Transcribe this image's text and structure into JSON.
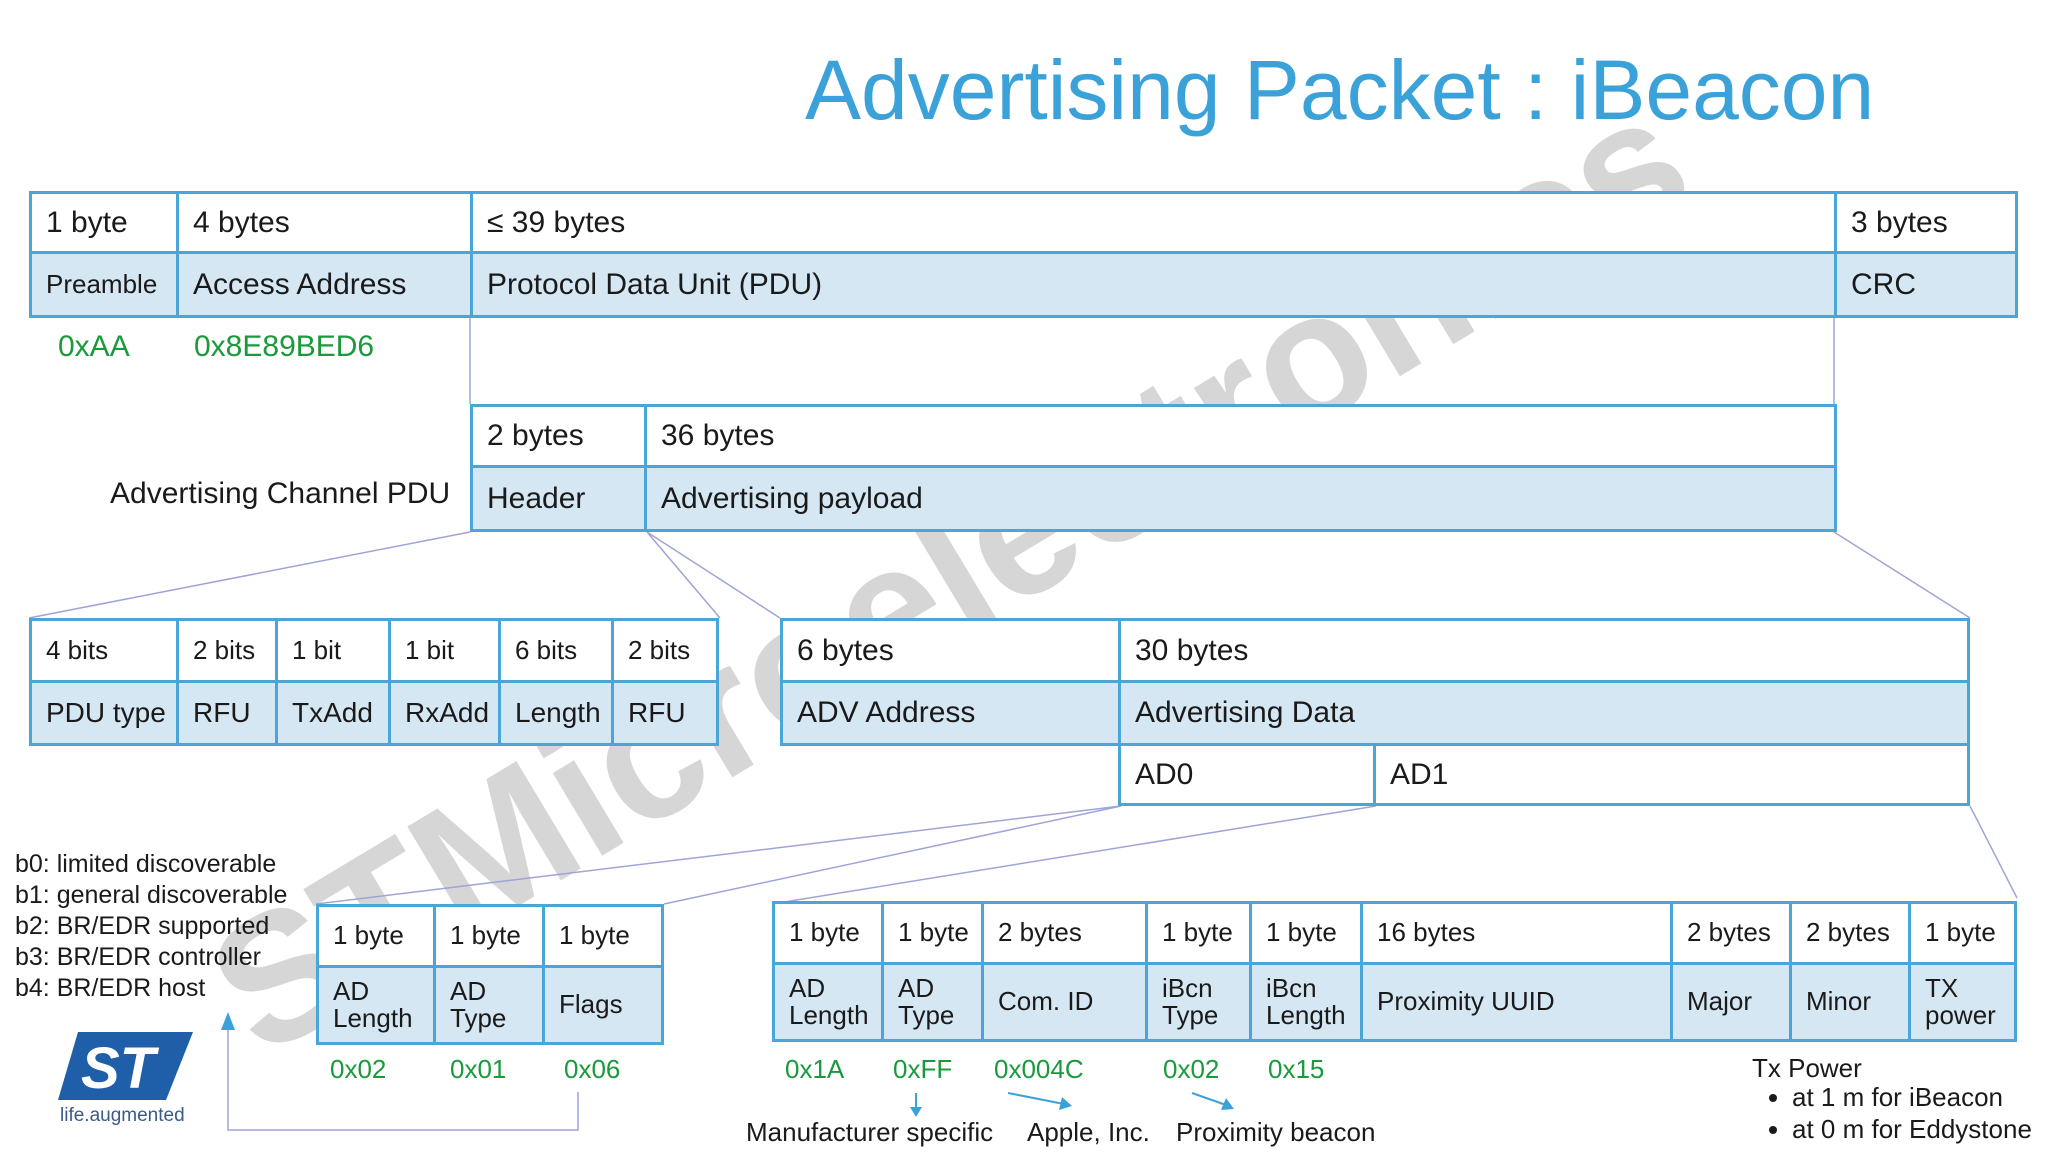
{
  "title": "Advertising Packet : iBeacon",
  "watermark": "STMicroelectronics",
  "packet": {
    "preamble": {
      "size": "1 byte",
      "name": "Preamble",
      "value": "0xAA"
    },
    "access_address": {
      "size": "4 bytes",
      "name": "Access Address",
      "value": "0x8E89BED6"
    },
    "pdu": {
      "size": "≤ 39 bytes",
      "name": "Protocol Data Unit (PDU)"
    },
    "crc": {
      "size": "3 bytes",
      "name": "CRC"
    }
  },
  "adv_pdu": {
    "label": "Advertising Channel PDU",
    "header": {
      "size": "2 bytes",
      "name": "Header"
    },
    "payload": {
      "size": "36 bytes",
      "name": "Advertising payload"
    }
  },
  "header_fields": [
    {
      "size": "4 bits",
      "name": "PDU type"
    },
    {
      "size": "2 bits",
      "name": "RFU"
    },
    {
      "size": "1 bit",
      "name": "TxAdd"
    },
    {
      "size": "1 bit",
      "name": "RxAdd"
    },
    {
      "size": "6 bits",
      "name": "Length"
    },
    {
      "size": "2 bits",
      "name": "RFU"
    }
  ],
  "payload_fields": {
    "adv_address": {
      "size": "6 bytes",
      "name": "ADV Address"
    },
    "adv_data": {
      "size": "30 bytes",
      "name": "Advertising Data",
      "ad0": "AD0",
      "ad1": "AD1"
    }
  },
  "flags_bits": [
    "b0: limited discoverable",
    "b1: general discoverable",
    "b2: BR/EDR supported",
    "b3: BR/EDR controller",
    "b4: BR/EDR host"
  ],
  "ad0_fields": [
    {
      "size": "1 byte",
      "name_line1": "AD",
      "name_line2": "Length",
      "value": "0x02"
    },
    {
      "size": "1 byte",
      "name_line1": "AD",
      "name_line2": "Type",
      "value": "0x01"
    },
    {
      "size": "1 byte",
      "name_line1": "Flags",
      "name_line2": "",
      "value": "0x06"
    }
  ],
  "ad1_fields": [
    {
      "size": "1 byte",
      "name_line1": "AD",
      "name_line2": "Length",
      "value": "0x1A"
    },
    {
      "size": "1 byte",
      "name_line1": "AD",
      "name_line2": "Type",
      "value": "0xFF"
    },
    {
      "size": "2 bytes",
      "name_line1": "Com. ID",
      "name_line2": "",
      "value": "0x004C"
    },
    {
      "size": "1 byte",
      "name_line1": "iBcn",
      "name_line2": "Type",
      "value": "0x02"
    },
    {
      "size": "1 byte",
      "name_line1": "iBcn",
      "name_line2": "Length",
      "value": "0x15"
    },
    {
      "size": "16 bytes",
      "name_line1": "Proximity UUID",
      "name_line2": "",
      "value": ""
    },
    {
      "size": "2 bytes",
      "name_line1": "Major",
      "name_line2": "",
      "value": ""
    },
    {
      "size": "2 bytes",
      "name_line1": "Minor",
      "name_line2": "",
      "value": ""
    },
    {
      "size": "1 byte",
      "name_line1": "TX",
      "name_line2": "power",
      "value": ""
    }
  ],
  "annotations": {
    "manufacturer": "Manufacturer specific",
    "apple": "Apple, Inc.",
    "proximity": "Proximity beacon",
    "tx_title": "Tx Power",
    "tx_items": [
      "at 1 m for iBeacon",
      "at 0 m for Eddystone"
    ]
  },
  "logo": {
    "mark": "ST",
    "tagline": "life.augmented"
  },
  "colors": {
    "title": "#3aa2d9",
    "border": "#4aa6d8",
    "value_fill": "#d6e7f4",
    "hex": "#1a9a3c",
    "connector": "#9fa4d6",
    "watermark": "#c8c8c8"
  }
}
